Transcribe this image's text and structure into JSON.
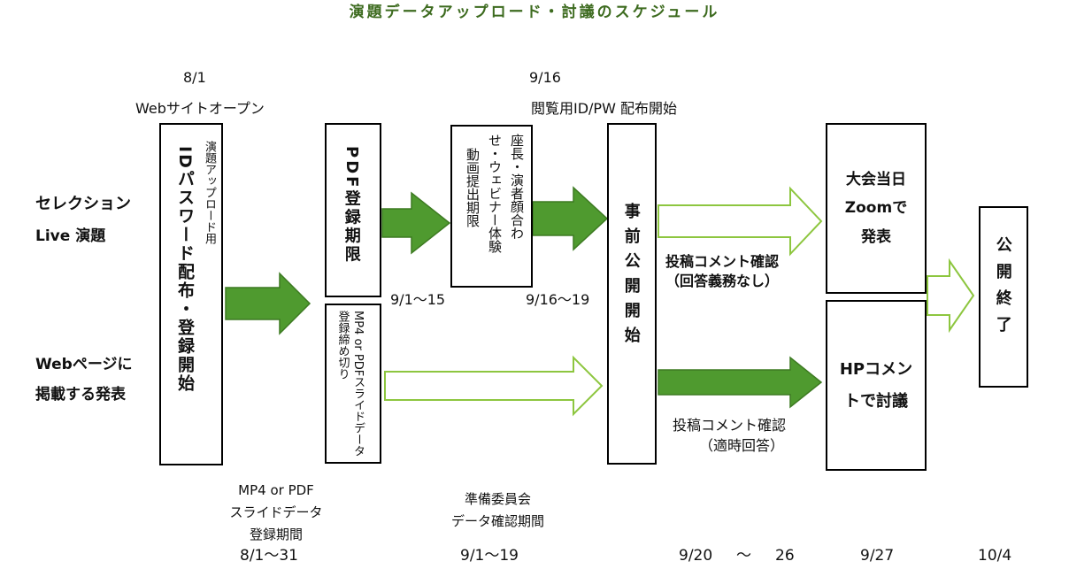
{
  "title": "演題データアップロード・討議のスケジュール",
  "colors": {
    "accent_dark": "#4f9a2f",
    "accent_light": "#8dc63f",
    "title": "#3d6b1f"
  },
  "dates": {
    "d_0801": "8/1",
    "web_open": "Webサイトオープン",
    "d_0916": "9/16",
    "viewer_id": "閲覧用ID/PW 配布開始",
    "range_0901_15": "9/1～15",
    "range_0916_19": "9/16～19"
  },
  "categories": {
    "selection": "セレクション",
    "live": "Live 演題",
    "web_page": "Webページに",
    "web_page2": "掲載する発表"
  },
  "boxes": {
    "id_box_sub": "演題アップロード用",
    "id_box_main": "IDパスワード配布・登録開始",
    "pdf_period": "PDF登録期限",
    "mp4_deadline": "MP4 or PDFスライドデータ登録締め切り",
    "chair_col1": "座長・演者顔合わ",
    "chair_col2": "せ・ウェビナー体験",
    "chair_col3": "動画提出期限",
    "pre_open": "事前公開開始",
    "conf_day_l1": "大会当日",
    "conf_day_l2": "Zoomで",
    "conf_day_l3": "発表",
    "hp_comment_l1": "HPコメン",
    "hp_comment_l2": "トで討議",
    "close": "公開終了"
  },
  "notes": {
    "comment_confirm_1": "投稿コメント確認",
    "comment_confirm_1b": "（回答義務なし）",
    "comment_confirm_2": "投稿コメント確認",
    "comment_confirm_2b": "（適時回答）",
    "mp4_period_l1": "MP4 or PDF",
    "mp4_period_l2": "スライドデータ",
    "mp4_period_l3": "登録期間",
    "committee_l1": "準備委員会",
    "committee_l2": "データ確認期間"
  },
  "timeline": {
    "t1": "8/1～31",
    "t2": "9/1～19",
    "t3a": "9/20",
    "t3tilde": "～",
    "t3b": "26",
    "t4": "9/27",
    "t5": "10/4"
  }
}
